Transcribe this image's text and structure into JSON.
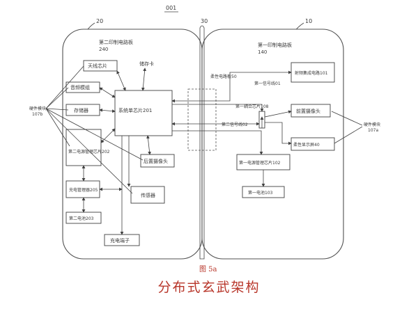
{
  "labels": {
    "fig_num": "001",
    "ref_20": "20",
    "ref_30": "30",
    "ref_10": "10",
    "second_board": "第二印制电路板",
    "second_board_num": "240",
    "first_board": "第一印制电路板",
    "first_board_num": "140",
    "antenna_chip": "天线芯片",
    "memory": "储存卡",
    "audio_module": "音频模组",
    "storage": "存储器",
    "soc": "系统单芯片201",
    "pmic2": "第二电源管理芯片202",
    "rear_camera": "后置摄像头",
    "charger_mgmt": "充电管理器205",
    "sensor": "传感器",
    "battery2": "第二电池203",
    "charge_port": "充电端子",
    "hw_module_left": "硬件模块",
    "hw_module_left_num": "107b",
    "flex_board": "柔性电路板50",
    "signal_line1": "第一信号线01",
    "coupling_chip": "第一耦合芯片108",
    "signal_line2": "第二信号线02",
    "rf_ic": "射频集成电路101",
    "front_camera": "前置摄像头",
    "flexible_display": "柔性显示屏40",
    "pmic1": "第一电源管理芯片102",
    "battery1": "第一电池103",
    "hw_module_right": "硬件模块",
    "hw_module_right_num": "107a",
    "fig_caption": "图 5a"
  },
  "caption": "分布式玄武架构"
}
